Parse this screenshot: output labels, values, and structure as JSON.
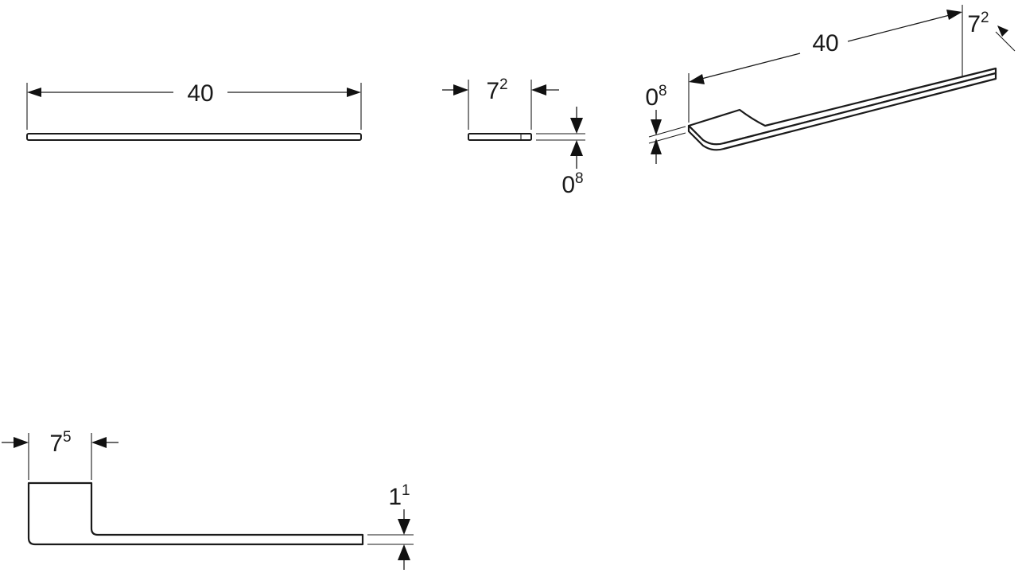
{
  "colors": {
    "ink": "#1a1a1a",
    "background": "#ffffff"
  },
  "views": {
    "front": {
      "width": {
        "main": "40",
        "sup": ""
      }
    },
    "side": {
      "depth": {
        "main": "7",
        "sup": "2"
      },
      "thickness": {
        "main": "0",
        "sup": "8"
      }
    },
    "isometric": {
      "length": {
        "main": "40",
        "sup": ""
      },
      "depth": {
        "main": "7",
        "sup": "2"
      },
      "thickness": {
        "main": "0",
        "sup": "8"
      }
    },
    "profile": {
      "depth": {
        "main": "7",
        "sup": "5"
      },
      "thickness": {
        "main": "1",
        "sup": "1"
      }
    }
  }
}
